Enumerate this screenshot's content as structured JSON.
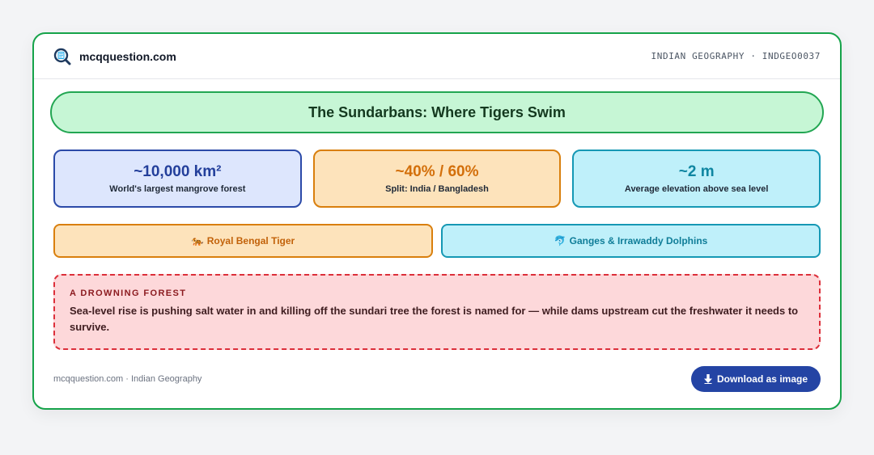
{
  "header": {
    "brand": "mcqquestion.com",
    "meta": "INDIAN GEOGRAPHY · INDGEO0037"
  },
  "title": "The Sundarbans: Where Tigers Swim",
  "stats": [
    {
      "value": "~10,000 km²",
      "label": "World's largest mangrove forest"
    },
    {
      "value": "~40% / 60%",
      "label": "Split: India / Bangladesh"
    },
    {
      "value": "~2 m",
      "label": "Average elevation above sea level"
    }
  ],
  "species": [
    {
      "emoji": "🐅",
      "label": "Royal Bengal Tiger"
    },
    {
      "emoji": "🐬",
      "label": "Ganges & Irrawaddy Dolphins"
    }
  ],
  "warning": {
    "heading": "A DROWNING FOREST",
    "text": "Sea-level rise is pushing salt water in and killing off the sundari tree the forest is named for — while dams upstream cut the freshwater it needs to survive."
  },
  "footer": {
    "text": "mcqquestion.com · Indian Geography",
    "download_label": "Download as image"
  },
  "colors": {
    "accent_green": "#16a34a",
    "button_blue": "#2444a4",
    "warning_red": "#dc2f3a"
  },
  "icons": {
    "logo": "magnifier-document-icon",
    "download": "download-arrow-icon"
  }
}
